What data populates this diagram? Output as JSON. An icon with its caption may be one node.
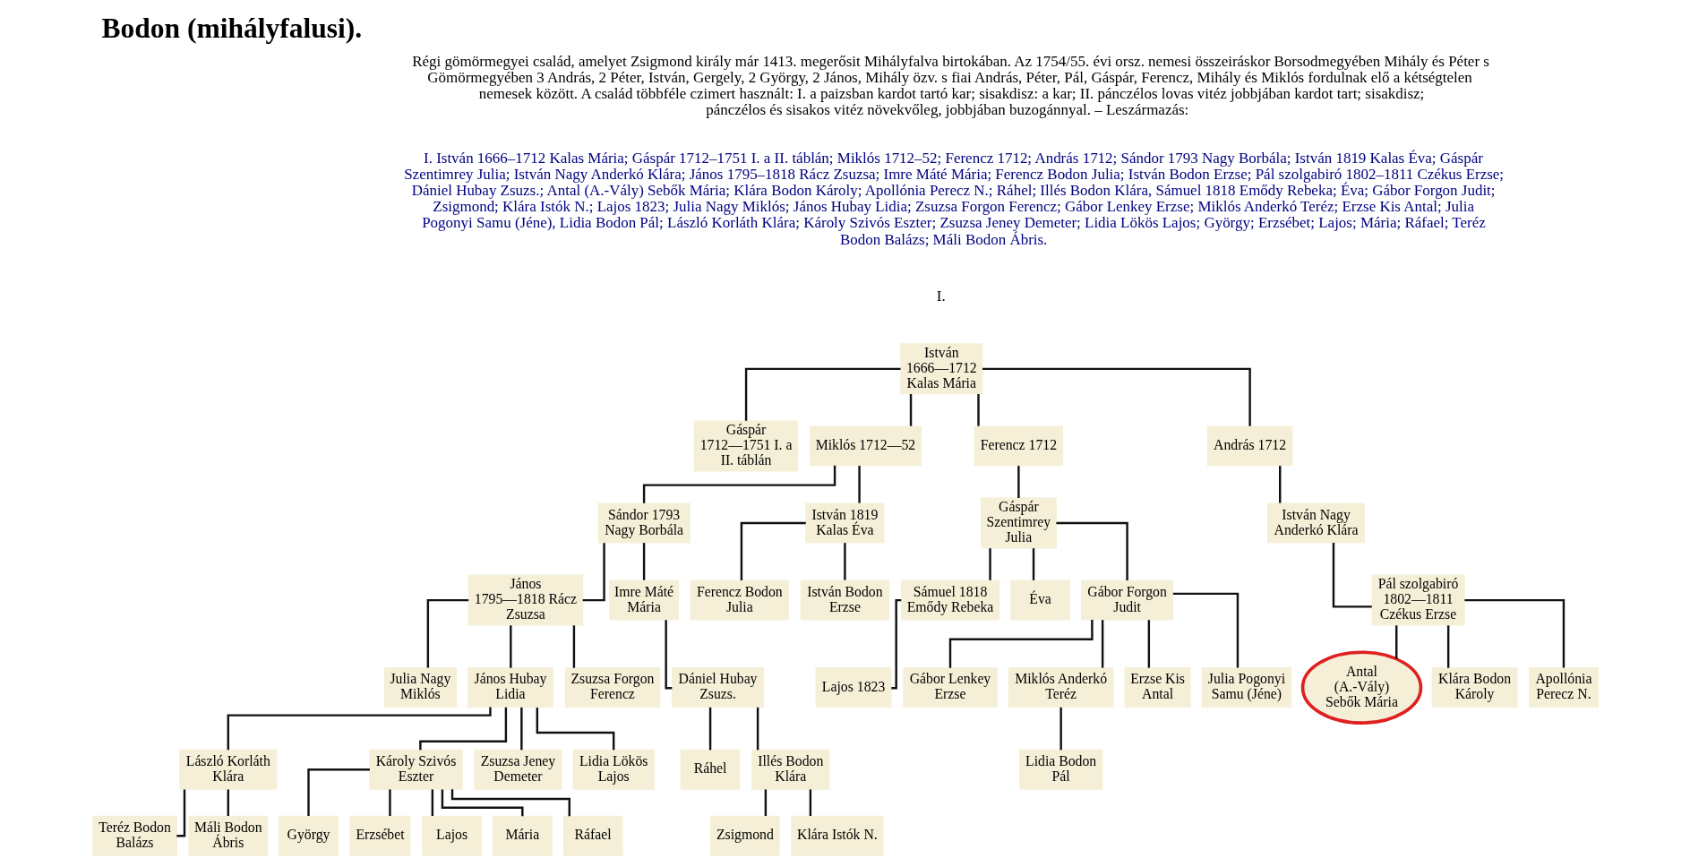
{
  "diagram": {
    "title": "Bodon (mihályfalusi).",
    "nodes": [
      {
        "text": [
          "István 1666—1712 Kalas Mária"
        ]
      },
      {
        "text": [
          "Gáspár 1712—1751 I. a II. táblán"
        ]
      },
      {
        "text": [
          "Miklós 1712—52"
        ]
      },
      {
        "text": [
          "Ferencz 1712"
        ]
      },
      {
        "text": [
          "András 1712"
        ]
      },
      {
        "text": [
          "Sándor 1793 Nagy Borbála"
        ]
      },
      {
        "text": [
          "István 1819 Kalas Éva"
        ]
      },
      {
        "text": [
          "János 1795—1818 Rácz Zsuzsa"
        ]
      },
      {
        "text": [
          "Imre Máté Mária"
        ]
      },
      {
        "text": [
          "Ferencz Bodon Julia"
        ]
      },
      {
        "text": [
          "István Bodon Erzse"
        ]
      },
      {
        "text": [
          "Dániel Hubay Zsuzs."
        ]
      },
      {
        "text": [
          "Ráhel"
        ]
      },
      {
        "text": [
          "Illés Bodon Klára"
        ]
      },
      {
        "text": [
          "Zsigmond"
        ]
      },
      {
        "text": [
          "Klára Istók N."
        ]
      },
      {
        "text": [
          "Julia Nagy Miklós"
        ]
      },
      {
        "text": [
          "János Hubay Lidia"
        ]
      },
      {
        "text": [
          "Zsuzsa Forgon Ferencz"
        ]
      },
      {
        "text": [
          "László Korláth Klára"
        ]
      },
      {
        "text": [
          "Károly Szivós Eszter"
        ]
      },
      {
        "text": [
          "Zsuzsa Jeney Demeter"
        ]
      },
      {
        "text": [
          "Lidia Lökös Lajos"
        ]
      },
      {
        "text": [
          "György"
        ]
      },
      {
        "text": [
          "Erzsébet"
        ]
      },
      {
        "text": [
          "Lajos"
        ]
      },
      {
        "text": [
          "Mária"
        ]
      },
      {
        "text": [
          "Ráfael"
        ]
      },
      {
        "text": [
          "Teréz Bodon Balázs"
        ]
      },
      {
        "text": [
          "Máli Bodon Ábris"
        ]
      },
      {
        "text": [
          "Gáspár Szentimrey Julia"
        ]
      },
      {
        "text": [
          "Sámuel 1818 Emődy Rebeka"
        ]
      },
      {
        "text": [
          "Éva"
        ]
      },
      {
        "text": [
          "Gábor Forgon Judit"
        ]
      },
      {
        "text": [
          "Lajos 1823"
        ]
      },
      {
        "text": [
          "Gábor Lenkey Erzse"
        ]
      },
      {
        "text": [
          "Miklós Anderkó Teréz"
        ]
      },
      {
        "text": [
          "Erzse Kis Antal"
        ]
      },
      {
        "text": [
          "Julia Pogonyi Samu (Jéne)"
        ]
      },
      {
        "text": [
          "Lidia Bodon Pál"
        ]
      },
      {
        "text": [
          "István Nagy Anderkó Klára"
        ]
      },
      {
        "text": [
          "Pál szolgabiró 1802—1811 Czékus Erzse"
        ]
      },
      {
        "text": [
          "Antal (A.-Vály) Sebők Mária"
        ]
      },
      {
        "text": [
          "Klára Bodon Károly"
        ]
      },
      {
        "text": [
          "Apollónia Perecz N."
        ]
      }
    ],
    "edges": [
      {
        "from": 0,
        "to": 1,
        "arrow": "none"
      },
      {
        "from": 0,
        "to": 2,
        "arrow": "none"
      },
      {
        "from": 0,
        "to": 3,
        "arrow": "none"
      },
      {
        "from": 0,
        "to": 4,
        "arrow": "none"
      },
      {
        "from": 2,
        "to": 5,
        "arrow": "none"
      },
      {
        "from": 2,
        "to": 6,
        "arrow": "none"
      },
      {
        "from": 3,
        "to": 30,
        "arrow": "none"
      },
      {
        "from": 4,
        "to": 40,
        "arrow": "none"
      },
      {
        "from": 5,
        "to": 7,
        "arrow": "none"
      },
      {
        "from": 5,
        "to": 8,
        "arrow": "none"
      },
      {
        "from": 6,
        "to": 9,
        "arrow": "none"
      },
      {
        "from": 6,
        "to": 10,
        "arrow": "none"
      },
      {
        "from": 40,
        "to": 41,
        "arrow": "none"
      },
      {
        "from": 41,
        "to": 42,
        "arrow": "none"
      },
      {
        "from": 41,
        "to": 43,
        "arrow": "none"
      },
      {
        "from": 41,
        "to": 44,
        "arrow": "none"
      },
      {
        "from": 8,
        "to": 11,
        "arrow": "none"
      },
      {
        "from": 11,
        "to": 12,
        "arrow": "none"
      },
      {
        "from": 11,
        "to": 13,
        "arrow": "none"
      },
      {
        "from": 13,
        "to": 14,
        "arrow": "none"
      },
      {
        "from": 13,
        "to": 15,
        "arrow": "none"
      },
      {
        "from": 30,
        "to": 31,
        "arrow": "none"
      },
      {
        "from": 30,
        "to": 32,
        "arrow": "none"
      },
      {
        "from": 30,
        "to": 33,
        "arrow": "none"
      },
      {
        "from": 31,
        "to": 34,
        "arrow": "none"
      },
      {
        "from": 7,
        "to": 16,
        "arrow": "none"
      },
      {
        "from": 7,
        "to": 17,
        "arrow": "none"
      },
      {
        "from": 7,
        "to": 18,
        "arrow": "none"
      },
      {
        "from": 33,
        "to": 35,
        "arrow": "none"
      },
      {
        "from": 33,
        "to": 36,
        "arrow": "none"
      },
      {
        "from": 33,
        "to": 37,
        "arrow": "none"
      },
      {
        "from": 33,
        "to": 38,
        "arrow": "none"
      },
      {
        "from": 36,
        "to": 39,
        "arrow": "none"
      },
      {
        "from": 17,
        "to": 19,
        "arrow": "none"
      },
      {
        "from": 17,
        "to": 20,
        "arrow": "none"
      },
      {
        "from": 17,
        "to": 21,
        "arrow": "none"
      },
      {
        "from": 17,
        "to": 22,
        "arrow": "none"
      },
      {
        "from": 20,
        "to": 23,
        "arrow": "none"
      },
      {
        "from": 20,
        "to": 24,
        "arrow": "none"
      },
      {
        "from": 20,
        "to": 25,
        "arrow": "none"
      },
      {
        "from": 20,
        "to": 26,
        "arrow": "none"
      },
      {
        "from": 20,
        "to": 27,
        "arrow": "none"
      },
      {
        "from": 19,
        "to": 28,
        "arrow": "none"
      },
      {
        "from": 19,
        "to": 29,
        "arrow": "none"
      }
    ],
    "labels": [
      "Régi gömörmegyei család, amelyet Zsigmond király már 1413. megerősit Mihályfalva birtokában. Az 1754/55. évi orsz. nemesi összeiráskor Borsodmegyében Mihály és Péter s Gömörmegyében 3 András, 2 Péter, István, Gergely, 2 György, 2 János, Mihály özv. s fiai András, Péter, Pál, Gáspár, Ferencz, Mihály és Miklós fordulnak elő a kétségtelen nemesek között. A család többféle czimert használt: I. a paizsban kardot tartó kar; sisakdisz: a kar; II. pánczélos lovas vitéz jobbjában kardot tart; sisakdisz; pánczélos és sisakos vitéz növekvőleg, jobbjában buzogánnyal. – Leszármazás:",
      "I. István 1666–1712 Kalas Mária; Gáspár 1712–1751 I. a II. táblán; Miklós 1712–52; Ferencz 1712; András 1712; Sándor 1793 Nagy Borbála; István 1819 Kalas Éva; Gáspár Szentimrey Julia; István Nagy Anderkó Klára; János 1795–1818 Rácz Zsuzsa; Imre Máté Mária; Ferencz Bodon Julia; István Bodon Erzse; Pál szolgabiró 1802–1811 Czékus Erzse; Dániel Hubay Zsuzs.; Antal (A.-Vály) Sebők Mária; Klára Bodon Károly; Apollónia Perecz N.; Ráhel; Illés Bodon Klára, Sámuel 1818 Emődy Rebeka; Éva; Gábor Forgon Judit; Zsigmond; Klára Istók N.; Lajos 1823; Julia Nagy Miklós; János Hubay Lidia; Zsuzsa Forgon Ferencz; Gábor Lenkey Erzse; Miklós Anderkó Teréz; Erzse Kis Antal; Julia Pogonyi Samu (Jéne), Lidia Bodon Pál; László Korláth Klára; Károly Szivós Eszter; Zsuzsa Jeney Demeter; Lidia Lökös Lajos; György; Erzsébet; Lajos; Mária; Ráfael; Teréz Bodon Balázs; Máli Bodon Ábris.",
      "I."
    ]
  }
}
